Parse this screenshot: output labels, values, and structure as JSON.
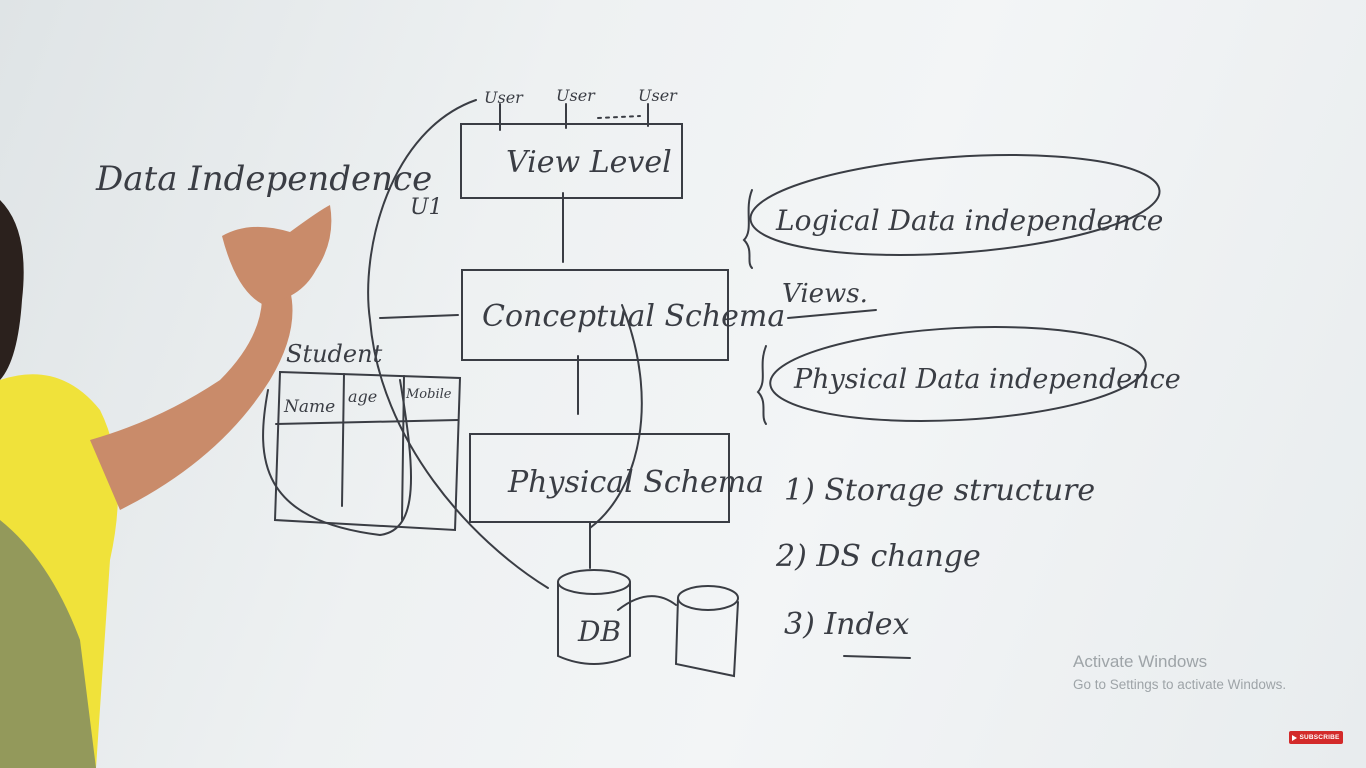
{
  "board": {
    "title": "Data Independence",
    "users": [
      "User",
      "User",
      "User"
    ],
    "user_mark": "U1",
    "levels": [
      "View Level",
      "Conceptual Schema",
      "Physical Schema"
    ],
    "db_label": "DB",
    "table": {
      "name": "Student",
      "columns": [
        "Name",
        "age",
        "Mobile"
      ]
    },
    "independence": [
      "Logical Data independence",
      "Physical Data independence"
    ],
    "views_note": "Views.",
    "changes": [
      "1) Storage structure",
      "2) DS change",
      "3) Index"
    ]
  },
  "watermark": {
    "title": "Activate Windows",
    "subtitle": "Go to Settings to activate Windows."
  },
  "subscribe": {
    "label": "SUBSCRIBE",
    "color": "#d32a2a"
  },
  "colors": {
    "ink": "#3a3d44",
    "board": "#eef1f2",
    "shirt": "#f0e23a"
  }
}
